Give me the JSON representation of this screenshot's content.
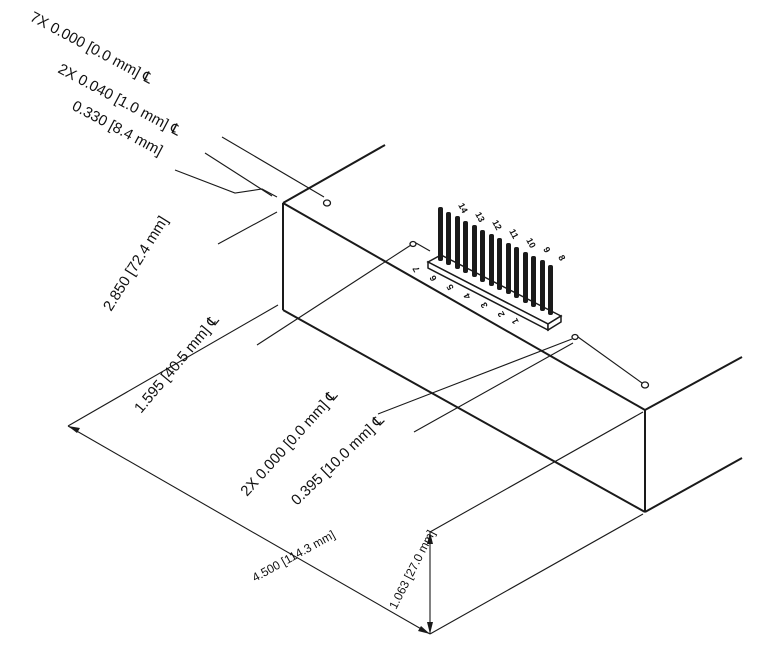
{
  "dimensions": {
    "pin_offset_7x": "7X 0.000 [0.0 mm] ℄",
    "pin_offset_2x_040": "2X 0.040 [1.0 mm] ℄",
    "pin_offset_330": "0.330 [8.4 mm]",
    "width_2850": "2.850 [72.4 mm]",
    "offset_1595": "1.595 [40.5 mm] ℄",
    "offset_2x_000": "2X 0.000 [0.0 mm] ℄",
    "offset_395": "0.395 [10.0 mm] ℄",
    "length_4500": "4.500 [114.3 mm]",
    "height_1063": "1.063 [27.0 mm]"
  },
  "pins": {
    "top_row": [
      "14",
      "13",
      "12",
      "11",
      "10",
      "9",
      "8"
    ],
    "bottom_row": [
      "7",
      "6",
      "5",
      "4",
      "3",
      "2",
      "1"
    ]
  },
  "colors": {
    "line": "#1a1a1a",
    "background": "#ffffff"
  }
}
